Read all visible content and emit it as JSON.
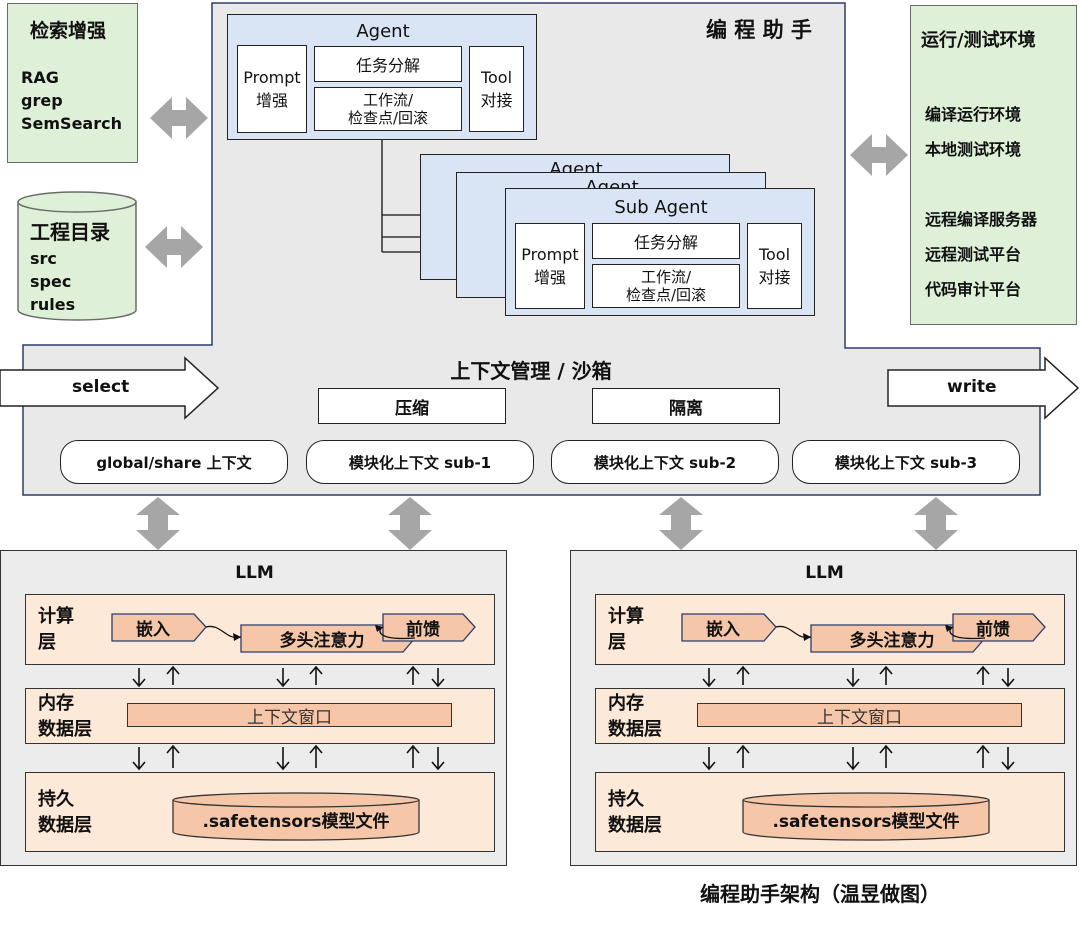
{
  "retrieval": {
    "title": "检索增强",
    "items": [
      "RAG",
      "grep",
      "SemSearch"
    ]
  },
  "project": {
    "title": "工程目录",
    "items": [
      "src",
      "spec",
      "rules"
    ]
  },
  "env": {
    "title": "运行/测试环境",
    "items": [
      "编译运行环境",
      "本地测试环境",
      "远程编译服务器",
      "远程测试平台",
      "代码审计平台"
    ]
  },
  "assistant": {
    "title": "编 程 助 手"
  },
  "agent": {
    "title": "Agent",
    "prompt": "Prompt\n增强",
    "task": "任务分解",
    "workflow": "工作流/\n检查点/回滚",
    "tool": "Tool\n对接"
  },
  "stack_agent": {
    "label_1": "Agent",
    "label_2": "Agent"
  },
  "subagent": {
    "title": "Sub Agent",
    "prompt": "Prompt\n增强",
    "task": "任务分解",
    "workflow": "工作流/\n检查点/回滚",
    "tool": "Tool\n对接"
  },
  "context": {
    "title": "上下文管理 / 沙箱",
    "select": "select",
    "write": "write",
    "compress": "压缩",
    "isolate": "隔离",
    "pills": [
      "global/share 上下文",
      "模块化上下文 sub-1",
      "模块化上下文 sub-2",
      "模块化上下文 sub-3"
    ]
  },
  "llm": [
    {
      "title": "LLM",
      "compute": "计算\n层",
      "embed": "嵌入",
      "attention": "多头注意力",
      "ffn": "前馈",
      "memory": "内存\n数据层",
      "window": "上下文窗口",
      "persist": "持久\n数据层",
      "file": ".safetensors模型文件"
    },
    {
      "title": "LLM",
      "compute": "计算\n层",
      "embed": "嵌入",
      "attention": "多头注意力",
      "ffn": "前馈",
      "memory": "内存\n数据层",
      "window": "上下文窗口",
      "persist": "持久\n数据层",
      "file": ".safetensors模型文件"
    }
  ],
  "caption": "编程助手架构（温昱做图）",
  "colors": {
    "green": "#dff0d8",
    "gray": "#e9e9e9",
    "blue": "#d9e4f5",
    "peach": "#fde9d8",
    "orange": "#f5c7a8",
    "arrow_gray": "#a6a6a6"
  }
}
